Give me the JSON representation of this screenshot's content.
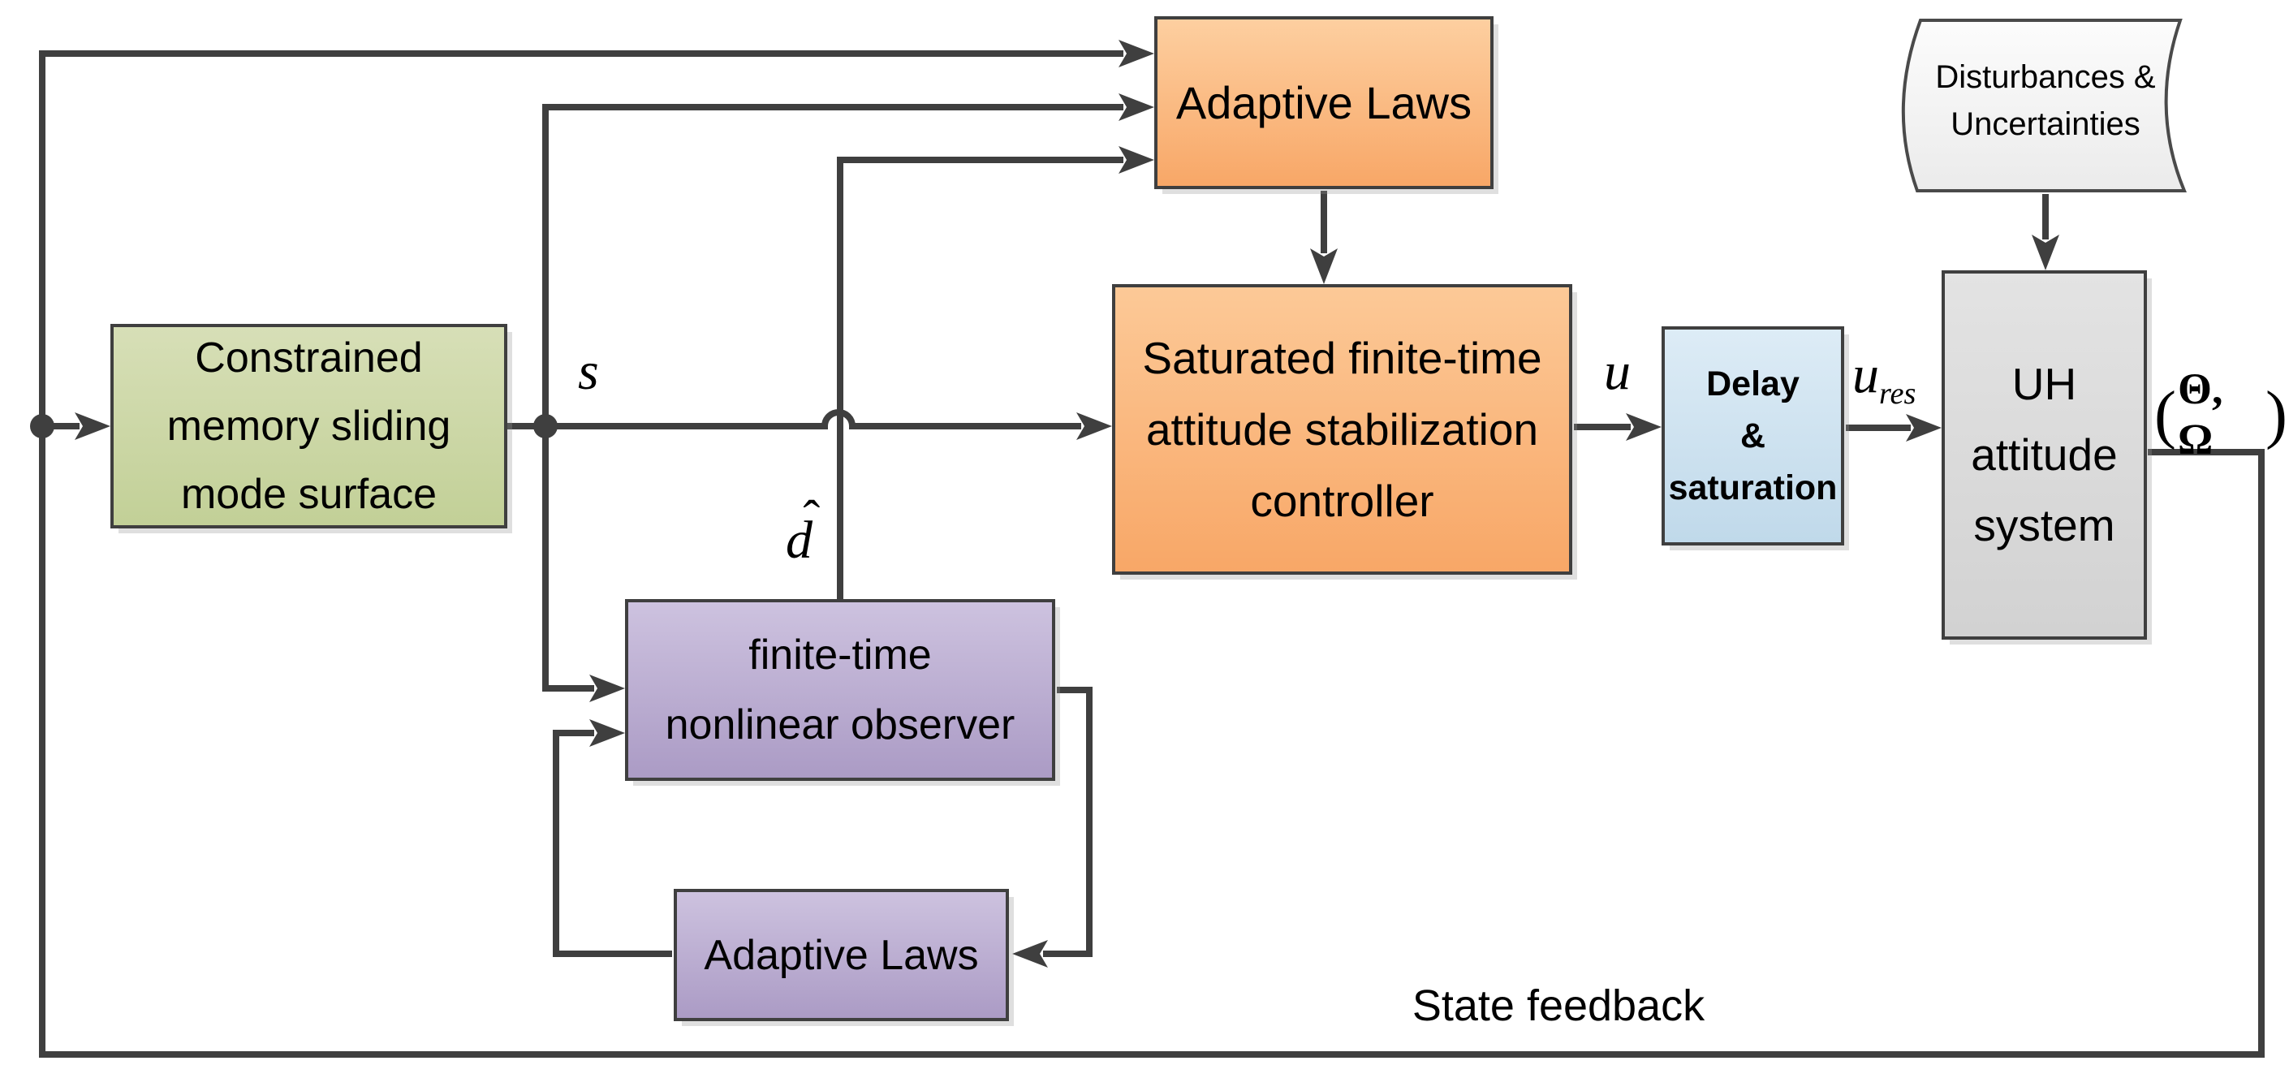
{
  "figure": {
    "blocks": {
      "sliding_surface": {
        "lines": [
          "Constrained",
          "memory sliding",
          "mode surface"
        ]
      },
      "adaptive_laws_top": {
        "label": "Adaptive Laws"
      },
      "controller": {
        "lines": [
          "Saturated finite-time",
          "attitude stabilization",
          "controller"
        ]
      },
      "delay_saturation": {
        "lines": [
          "Delay",
          "&",
          "saturation"
        ]
      },
      "uh_attitude_system": {
        "lines": [
          "UH",
          "attitude",
          "system"
        ]
      },
      "disturbances": {
        "lines": [
          "Disturbances &",
          "Uncertainties"
        ]
      },
      "observer": {
        "lines": [
          "finite-time",
          "nonlinear observer"
        ]
      },
      "adaptive_laws_bottom": {
        "label": "Adaptive Laws"
      }
    },
    "signals": {
      "s": "s",
      "d_hat": {
        "hat": "ˆ",
        "base": "d"
      },
      "u": "u",
      "u_res": {
        "base": "u",
        "sub": "res"
      },
      "theta_omega": {
        "open": "(",
        "body": "Θ, Ω",
        "close": ")"
      },
      "state_feedback": "State feedback"
    },
    "colors": {
      "wire": "#3f3f3f",
      "surface_green": "#c9d5a0",
      "adaptive_orange": "#f9b273",
      "observer_purple": "#b9aacf",
      "delay_blue": "#cfe3f1",
      "system_gray": "#d9d9d9",
      "disturbance_gray": "#f2f2f2"
    }
  }
}
